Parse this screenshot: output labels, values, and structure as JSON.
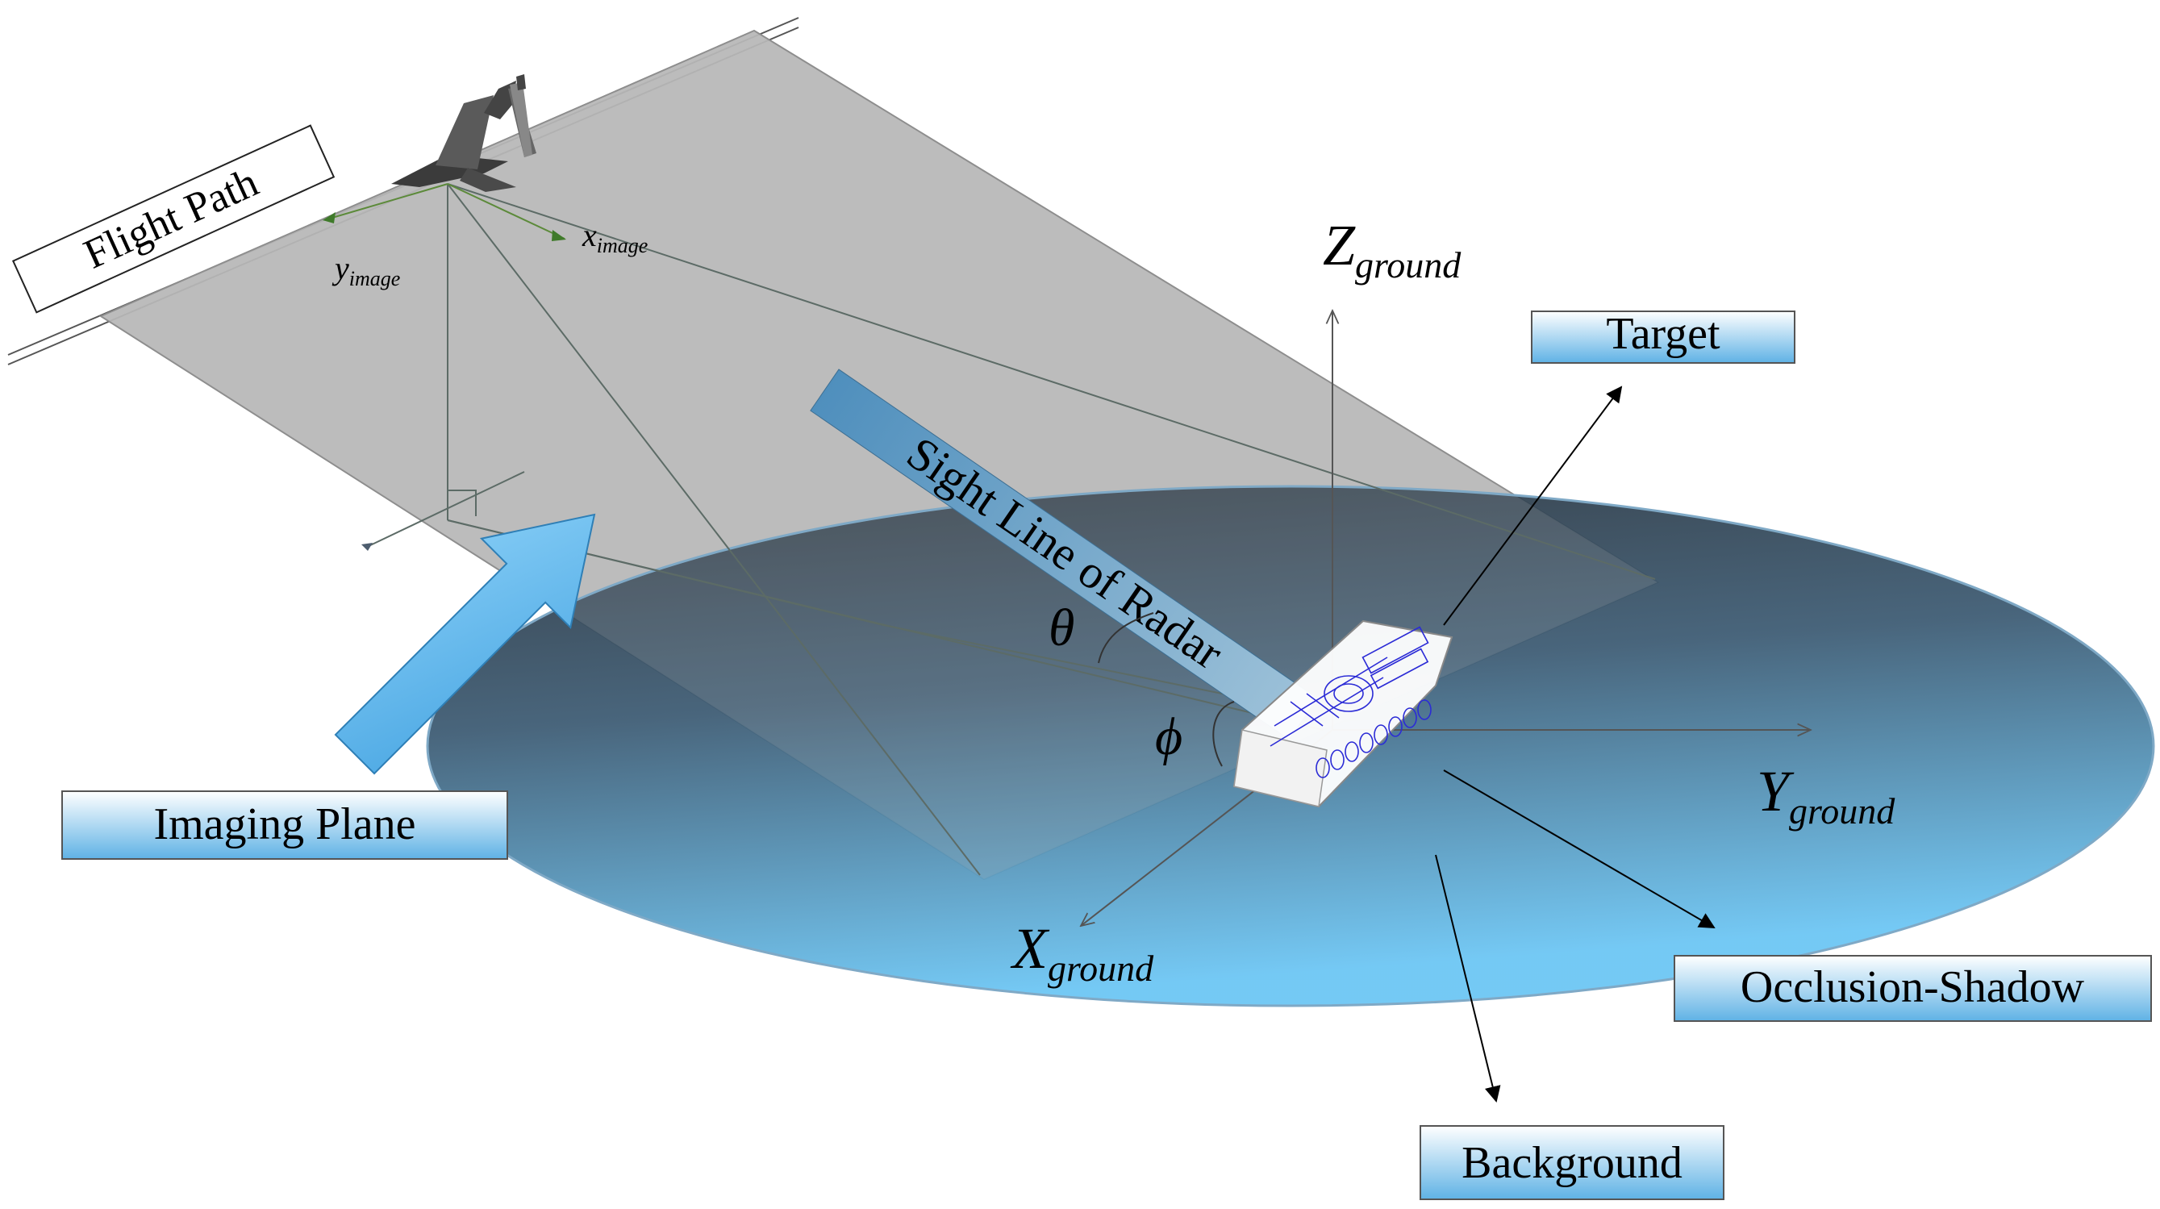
{
  "labels": {
    "flight_path": "Flight Path",
    "y_image_main": "y",
    "y_image_sub": "image",
    "x_image_main": "x",
    "x_image_sub": "image",
    "z_ground_main": "Z",
    "z_ground_sub": "ground",
    "y_ground_main": "Y",
    "y_ground_sub": "ground",
    "x_ground_main": "X",
    "x_ground_sub": "ground",
    "target": "Target",
    "sight_line": "Sight Line of Radar",
    "theta": "θ",
    "phi": "ϕ",
    "imaging_plane": "Imaging Plane",
    "occlusion_shadow": "Occlusion-Shadow",
    "background": "Background"
  },
  "colors": {
    "plane_gray": "#b9b9b9",
    "disk_dark": "#2f3a45",
    "disk_light": "#6cc4f2",
    "label_box_light": "#ffffff",
    "label_box_blue": "#5fb3e6",
    "arrow_blue": "#5bb2e8",
    "target_wire": "#2b2bd6"
  }
}
